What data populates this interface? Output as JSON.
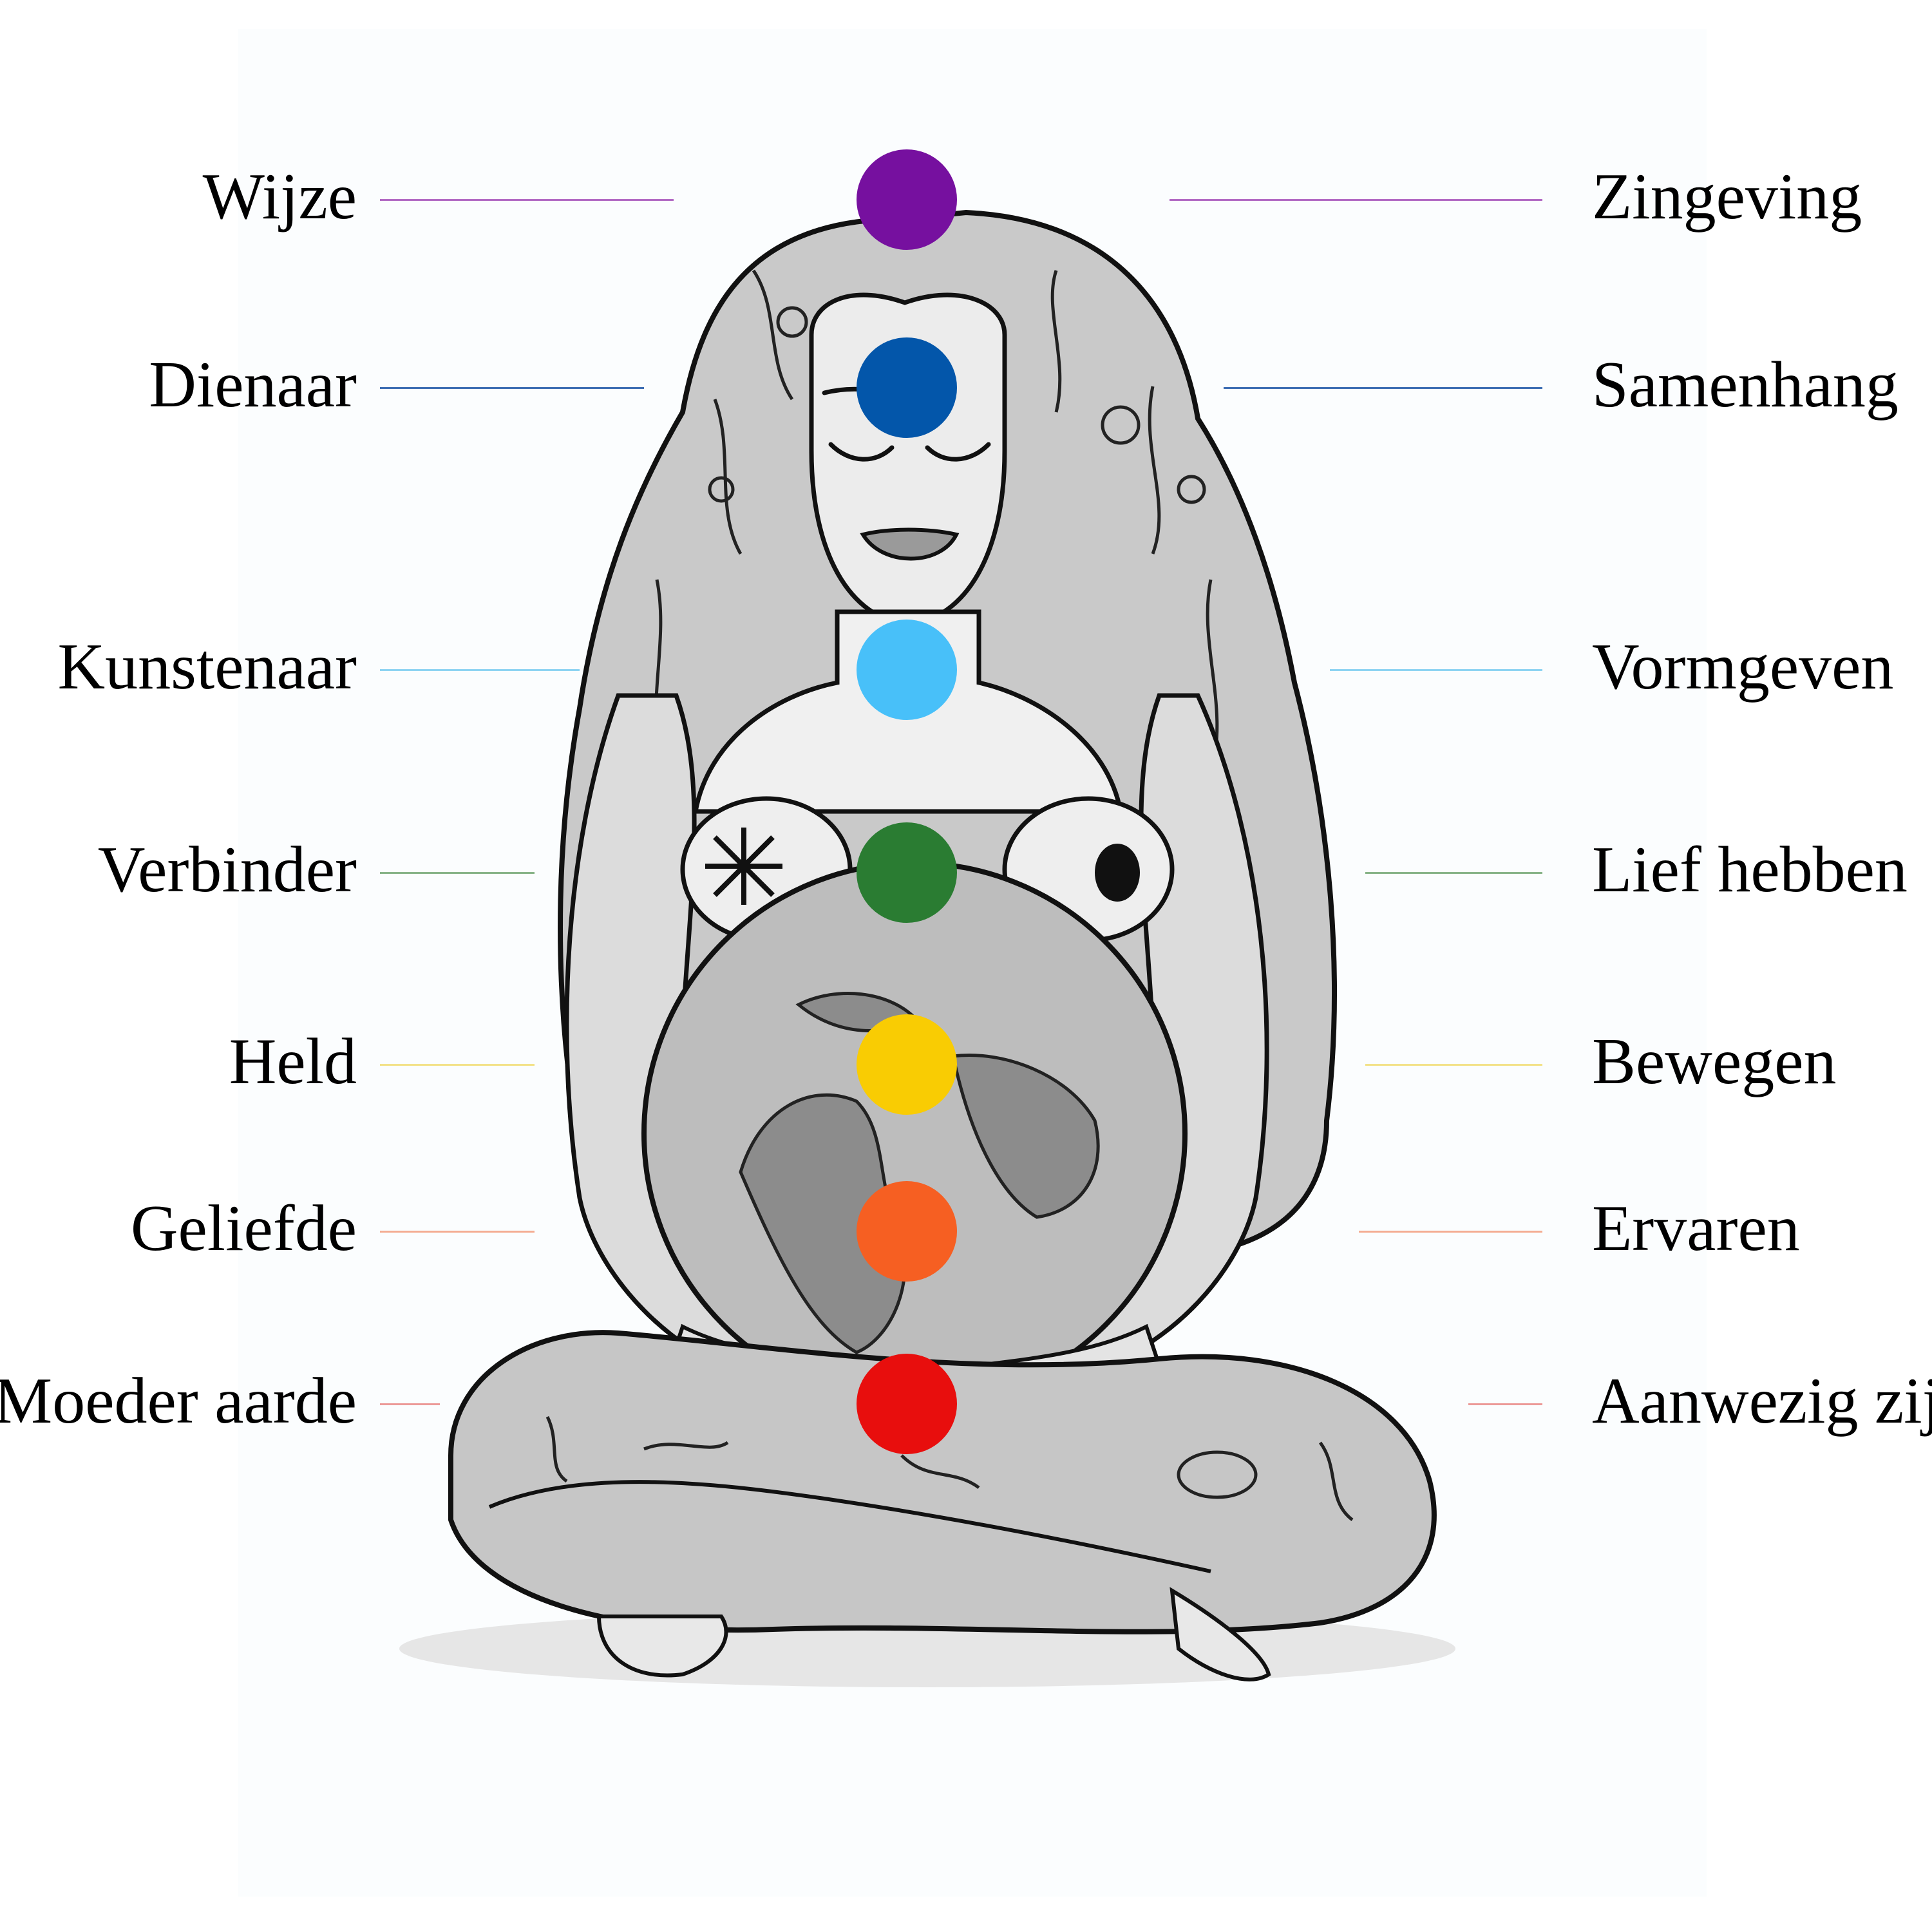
{
  "chakras": [
    {
      "left": "Wijze",
      "right": "Zingeving",
      "color": "#76109f",
      "line_color": "#b26bc4"
    },
    {
      "left": "Dienaar",
      "right": "Samenhang",
      "color": "#0356aa",
      "line_color": "#3f6fb4"
    },
    {
      "left": "Kunstenaar",
      "right": "Vormgeven",
      "color": "#48c0f9",
      "line_color": "#8ed4f2"
    },
    {
      "left": "Verbinder",
      "right": "Lief hebben",
      "color": "#2a7c32",
      "line_color": "#88b489"
    },
    {
      "left": "Held",
      "right": "Bewegen",
      "color": "#f9cc03",
      "line_color": "#f3e28a"
    },
    {
      "left": "Geliefde",
      "right": "Ervaren",
      "color": "#f65f22",
      "line_color": "#f4ad92"
    },
    {
      "left": "Moeder aarde",
      "right": "Aanwezig zijn",
      "color": "#e80e0d",
      "line_color": "#ec9a98"
    }
  ]
}
